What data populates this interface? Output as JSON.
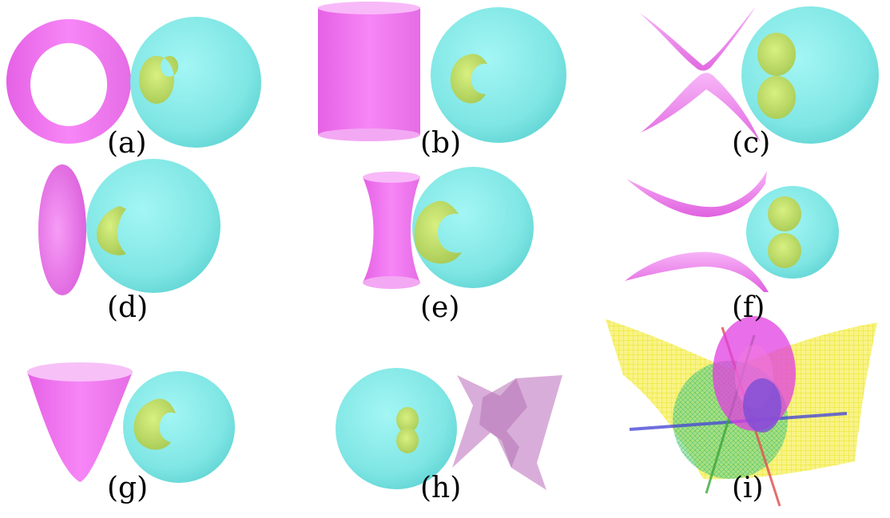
{
  "figure": {
    "panels": [
      {
        "id": "a",
        "label": "(a)",
        "surface": "torus",
        "contact_region": "crescent"
      },
      {
        "id": "b",
        "label": "(b)",
        "surface": "cylinder",
        "contact_region": "crescent"
      },
      {
        "id": "c",
        "label": "(c)",
        "surface": "hyperbolic-sheets-x",
        "contact_region": "two-lobes"
      },
      {
        "id": "d",
        "label": "(d)",
        "surface": "ellipsoid",
        "contact_region": "crescent"
      },
      {
        "id": "e",
        "label": "(e)",
        "surface": "hyperboloid-one-sheet",
        "contact_region": "crescent"
      },
      {
        "id": "f",
        "label": "(f)",
        "surface": "hyperbolic-sheets-stacked",
        "contact_region": "two-lobes"
      },
      {
        "id": "g",
        "label": "(g)",
        "surface": "paraboloid",
        "contact_region": "crescent"
      },
      {
        "id": "h",
        "label": "(h)",
        "surface": "folded-sheet",
        "contact_region": "two-lobes"
      },
      {
        "id": "i",
        "label": "(i)",
        "surface": "wireframe-plane",
        "contact_region": "overlay"
      }
    ]
  },
  "colors": {
    "sphere": "#7fe6e4",
    "sphere_dark": "#55cfcf",
    "surface": "#f27af2",
    "surface_light": "#f7b9f7",
    "surface_dark": "#d95ed9",
    "region": "#c4e36a",
    "region_dark": "#93b545",
    "mesh_yellow": "#f5f24a",
    "mesh_green": "#3fcf6a",
    "axis_blue": "#4a4ad6",
    "axis_red": "#e05656",
    "axis_green": "#3ca63c"
  }
}
